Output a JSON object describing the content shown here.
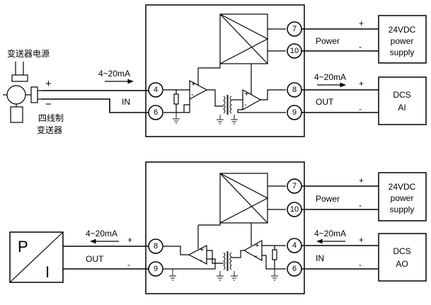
{
  "top": {
    "source_label": "变送器电源",
    "transmitter_label_line1": "四线制",
    "transmitter_label_line2": "变送器",
    "plus": "+",
    "minus": "−",
    "input_signal": "4~20mA",
    "input_label": "IN",
    "terminals": {
      "power_pos": "7",
      "power_neg": "10",
      "in_pos": "4",
      "in_neg": "6",
      "out_pos": "8",
      "out_neg": "9"
    },
    "power_label": "Power",
    "power_plus": "+",
    "power_minus": "-",
    "power_box": [
      "24VDC",
      "power",
      "supply"
    ],
    "output_signal": "4~20mA",
    "output_label": "OUT",
    "out_plus": "+",
    "out_minus": "-",
    "dcs_box": [
      "DCS",
      "AI"
    ]
  },
  "bottom": {
    "pi_p": "P",
    "pi_i": "I",
    "output_signal": "4~20mA",
    "output_label": "OUT",
    "out_plus": "+",
    "out_minus": "-",
    "terminals": {
      "power_pos": "7",
      "power_neg": "10",
      "out_pos": "8",
      "out_neg": "9",
      "in_pos": "4",
      "in_neg": "6"
    },
    "power_label": "Power",
    "power_plus": "+",
    "power_minus": "-",
    "power_box": [
      "24VDC",
      "power",
      "supply"
    ],
    "input_signal": "4~20mA",
    "input_label": "IN",
    "in_plus": "+",
    "in_minus": "-",
    "dcs_box": [
      "DCS",
      "AO"
    ]
  }
}
